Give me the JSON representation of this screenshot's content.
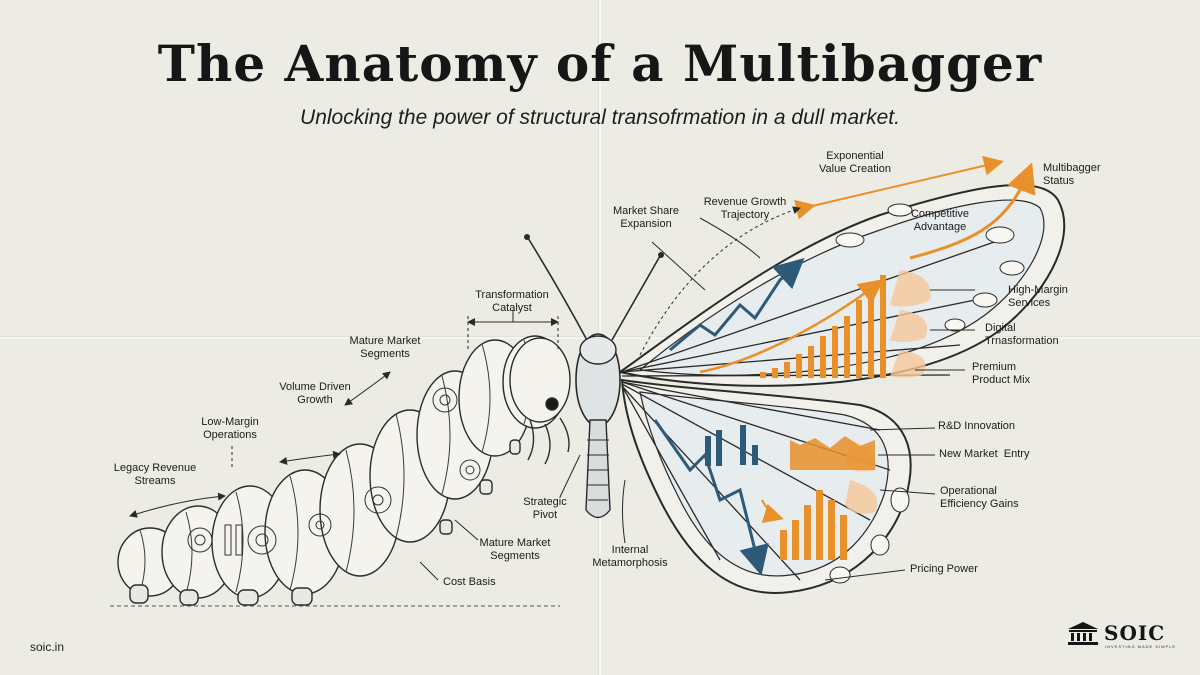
{
  "header": {
    "title": "The Anatomy of a Multibagger",
    "subtitle": "Unlocking the power of structural transofrmation in a dull market."
  },
  "caterpillar_labels": {
    "legacy_revenue": "Legacy Revenue\nStreams",
    "low_margin": "Low-Margin\nOperations",
    "volume_driven": "Volume Driven\nGrowth",
    "mature_segments_top": "Mature Market\nSegments",
    "transformation_catalyst": "Transformation\nCatalyst",
    "strategic_pivot": "Strategic\nPivot",
    "mature_segments_bottom": "Mature Market\nSegments",
    "cost_basis": "Cost Basis"
  },
  "butterfly_labels": {
    "internal_metamorphosis": "Internal\nMetamorphosis",
    "market_share": "Market Share\nExpansion",
    "revenue_growth": "Revenue Growth\nTrajectory",
    "exponential_value": "Exponential\nValue Creation",
    "multibagger_status": "Multibagger\nStatus",
    "competitive_advantage": "Competitive\nAdvantage",
    "high_margin": "High-Margin\nServices",
    "digital_transformation": "Digital\nTrnasformation",
    "premium_mix": "Premium\nProduct Mix",
    "rnd": "R&D Innovation",
    "new_market": "New Market  Entry",
    "operational_efficiency": "Operational\nEfficiency Gains",
    "pricing_power": "Pricing Power"
  },
  "footer": {
    "url": "soic.in",
    "brand": "SOIC",
    "tagline": "INVESTING MADE SIMPLE"
  },
  "colors": {
    "background": "#ecebe4",
    "ink": "#1c1c1c",
    "accent_orange": "#e8912a",
    "accent_blue": "#2d5a78"
  }
}
